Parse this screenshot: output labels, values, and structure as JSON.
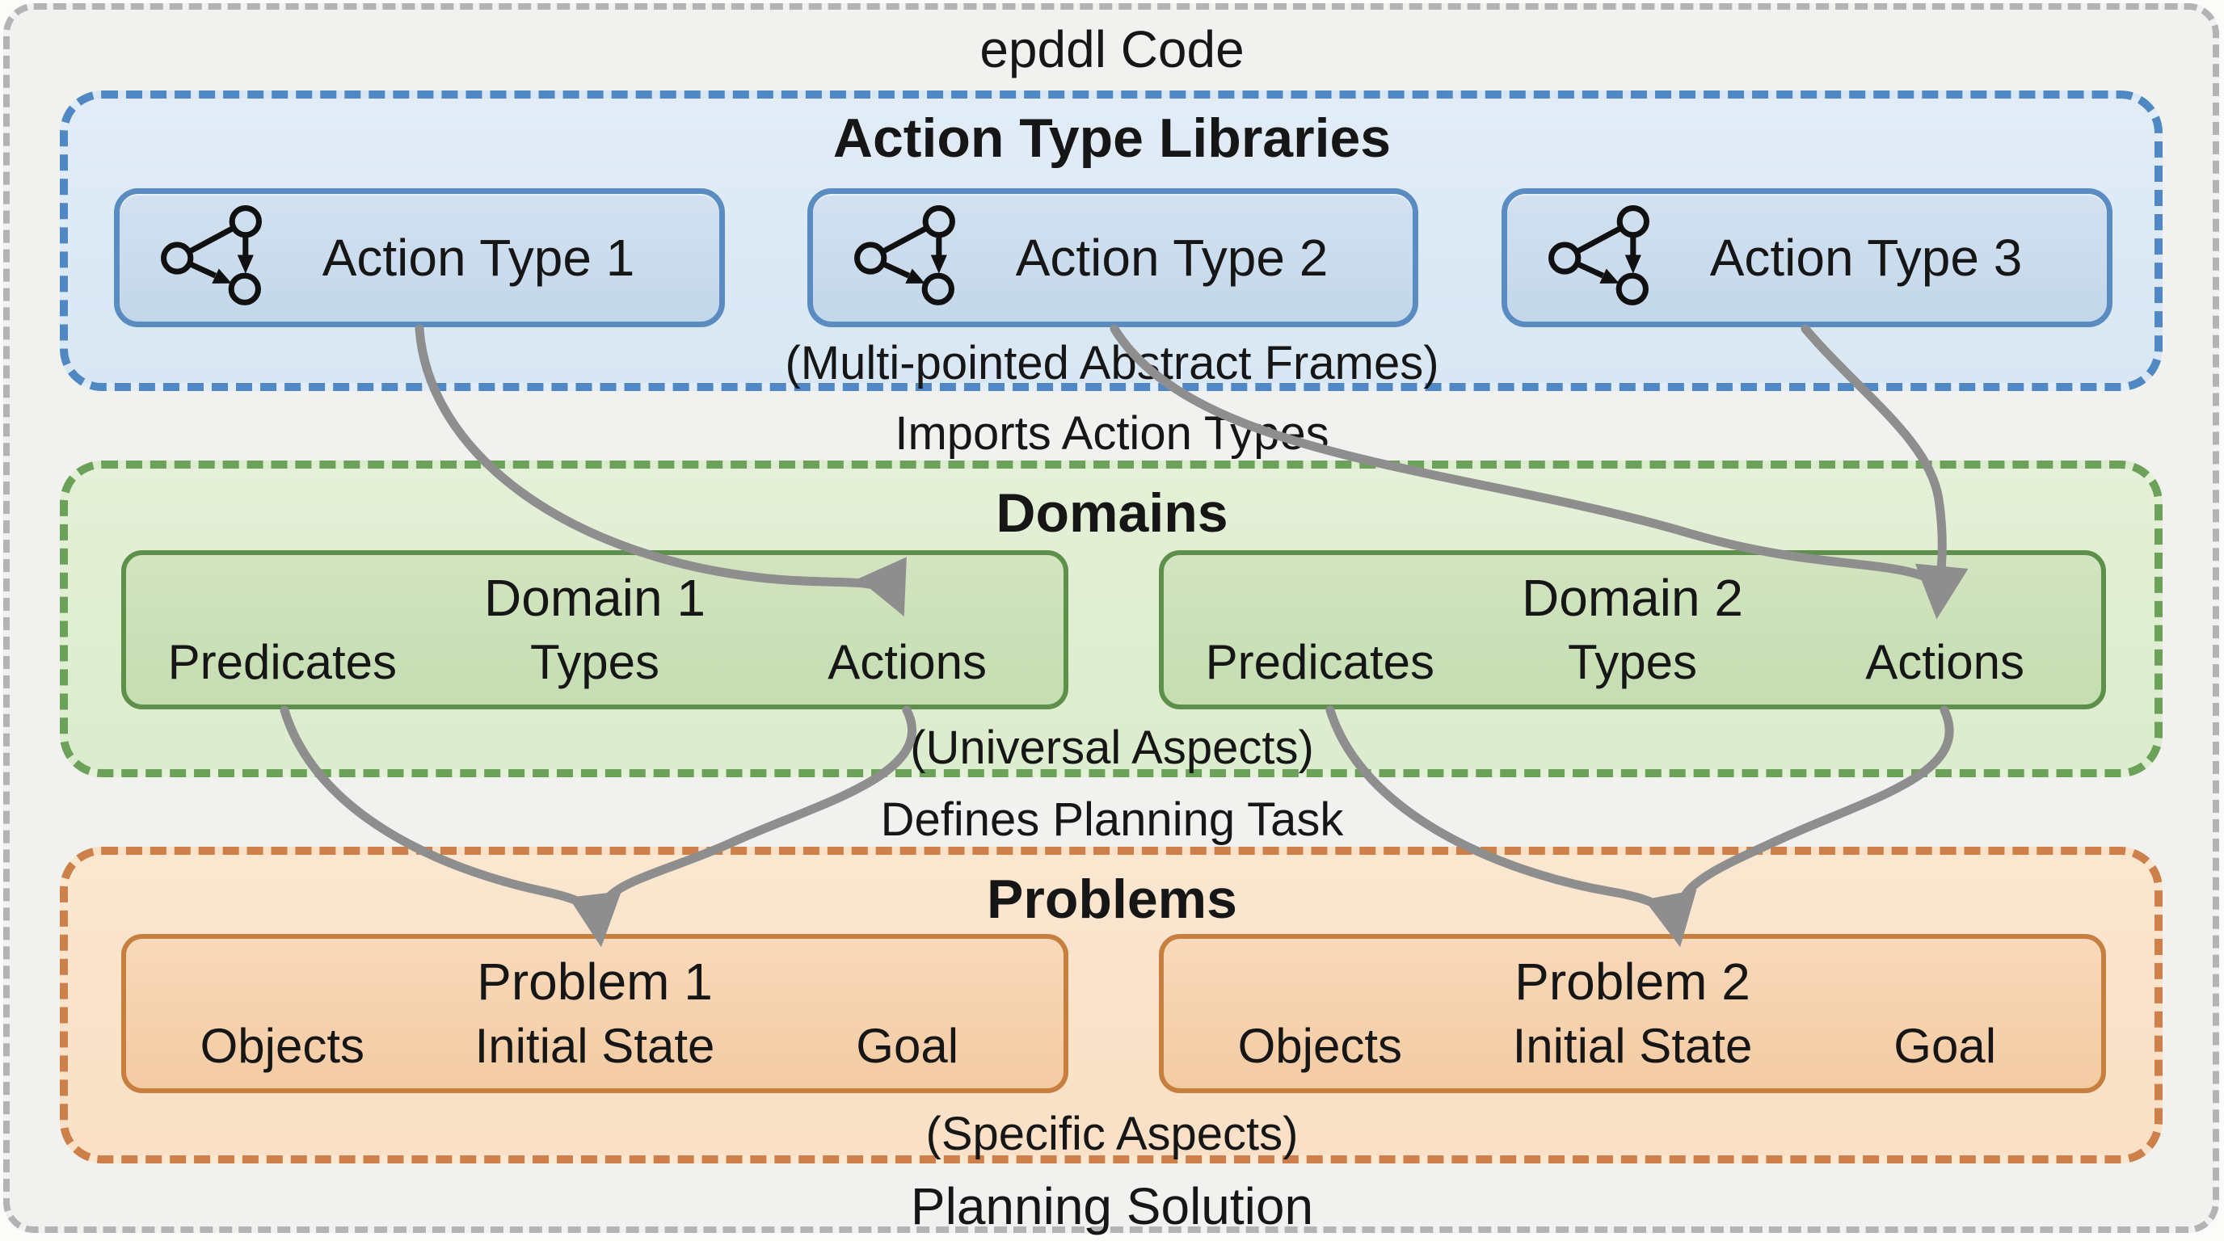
{
  "diagram_title": "epddl Code",
  "diagram_footer": "Planning Solution",
  "flow_labels": {
    "imports": "Imports Action Types",
    "defines": "Defines Planning Task"
  },
  "sections": {
    "libraries": {
      "title": "Action Type Libraries",
      "subtitle": "(Multi-pointed Abstract Frames)",
      "boxes": [
        {
          "label": "Action Type 1",
          "icon": "graph-3-node-icon"
        },
        {
          "label": "Action Type 2",
          "icon": "graph-3-node-icon"
        },
        {
          "label": "Action Type 3",
          "icon": "graph-3-node-icon"
        }
      ]
    },
    "domains": {
      "title": "Domains",
      "subtitle": "(Universal Aspects)",
      "boxes": [
        {
          "title": "Domain 1",
          "items": [
            "Predicates",
            "Types",
            "Actions"
          ]
        },
        {
          "title": "Domain 2",
          "items": [
            "Predicates",
            "Types",
            "Actions"
          ]
        }
      ]
    },
    "problems": {
      "title": "Problems",
      "subtitle": "(Specific Aspects)",
      "boxes": [
        {
          "title": "Problem 1",
          "items": [
            "Objects",
            "Initial State",
            "Goal"
          ]
        },
        {
          "title": "Problem 2",
          "items": [
            "Objects",
            "Initial State",
            "Goal"
          ]
        }
      ]
    }
  },
  "connections": [
    {
      "from": "Action Type 1",
      "to": "Domain 1 / Actions",
      "relation": "Imports Action Types"
    },
    {
      "from": "Action Type 2",
      "to": "Domain 2 / Actions",
      "relation": "Imports Action Types"
    },
    {
      "from": "Action Type 3",
      "to": "Domain 2 / Actions",
      "relation": "Imports Action Types"
    },
    {
      "from": "Domain 1 / Predicates",
      "to": "Problem 1",
      "relation": "Defines Planning Task"
    },
    {
      "from": "Domain 1 / Actions",
      "to": "Problem 1",
      "relation": "Defines Planning Task"
    },
    {
      "from": "Domain 2 / Predicates",
      "to": "Problem 2",
      "relation": "Defines Planning Task"
    },
    {
      "from": "Domain 2 / Actions",
      "to": "Problem 2",
      "relation": "Defines Planning Task"
    }
  ],
  "colors": {
    "background": "#f1f1ef",
    "outer_border": "#b3b3b3",
    "libraries_fill": "#dde9f5",
    "libraries_border": "#5088c4",
    "action_box_fill": "#c9dbec",
    "action_box_border": "#5a8cc2",
    "domains_fill": "#e0eed2",
    "domains_border": "#6ba158",
    "domain_box_fill": "#cbe0b8",
    "domain_box_border": "#5e8f4b",
    "problems_fill": "#fae3cb",
    "problems_border": "#cd8049",
    "problem_box_fill": "#f5d1ae",
    "problem_box_border": "#c67f3f",
    "arrow": "#8e8e8e",
    "text": "#161616"
  }
}
